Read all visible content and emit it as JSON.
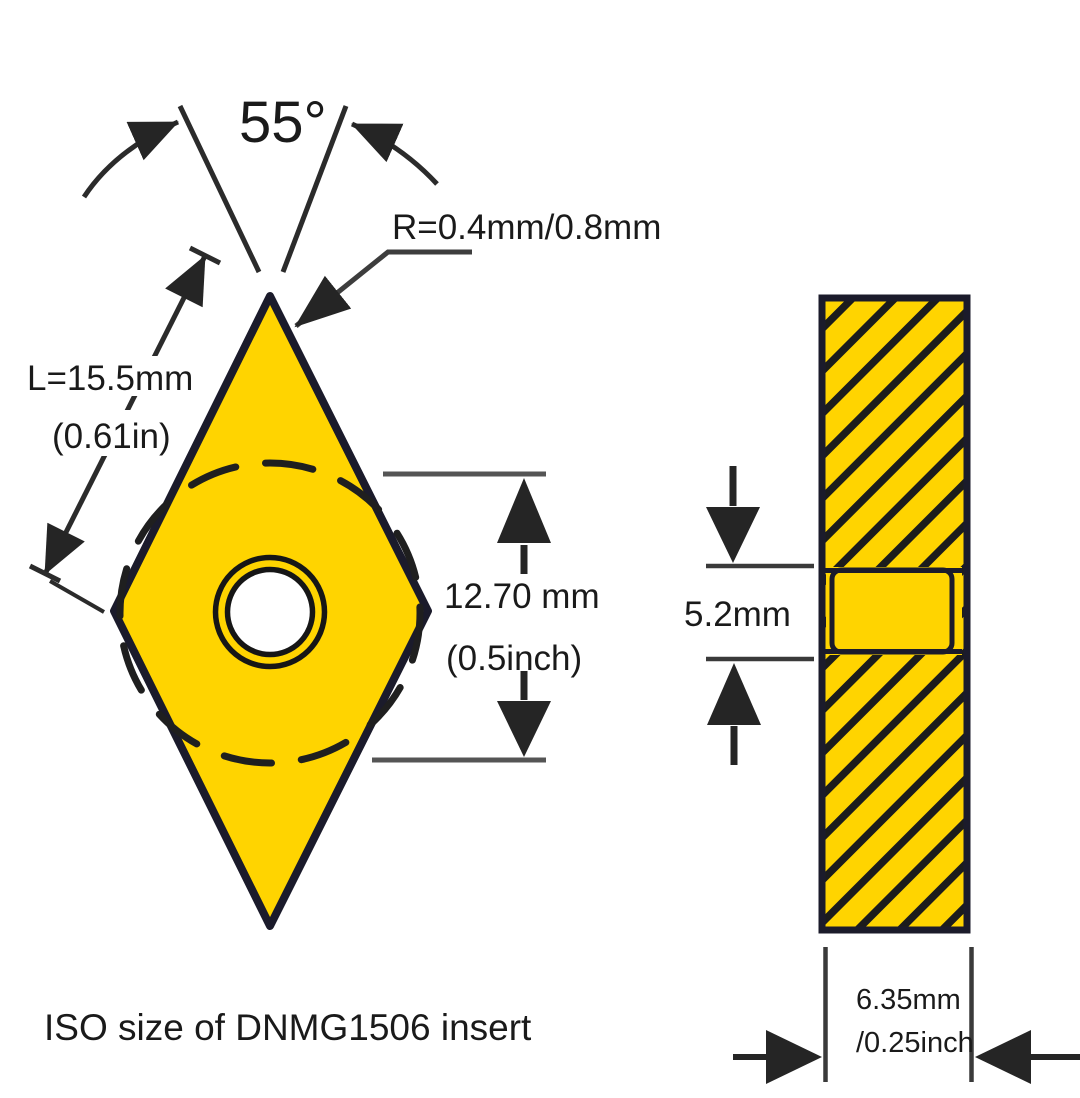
{
  "drawing": {
    "caption": "ISO size of DNMG1506 insert",
    "front_view": {
      "nose_angle": "55°",
      "corner_radius": "R=0.4mm/0.8mm",
      "edge_length": "L=15.5mm",
      "edge_length_inch": "(0.61in)",
      "inscribed_circle": "12.70 mm",
      "inscribed_circle_inch": "(0.5inch)"
    },
    "side_view": {
      "thickness": "5.2mm",
      "width": "6.35mm",
      "width_inch": "/0.25inch"
    }
  },
  "colors": {
    "insert_yellow": "#FFD400",
    "outline_dark": "#1B1B2B",
    "hatch_black": "#1C1C1C",
    "line_dark": "#2B2B2B",
    "line_gray": "#555555",
    "text": "#1A1A1A"
  }
}
